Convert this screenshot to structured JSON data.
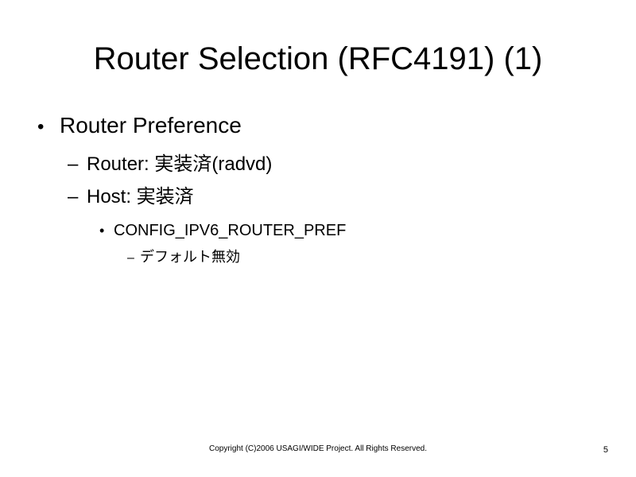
{
  "slide": {
    "title": "Router Selection (RFC4191) (1)",
    "bullets": [
      {
        "marker": "•",
        "text": "Router Preference"
      },
      {
        "marker": "–",
        "text": "Router: 実装済(radvd)"
      },
      {
        "marker": "–",
        "text": "Host: 実装済"
      },
      {
        "marker": "•",
        "text": "CONFIG_IPV6_ROUTER_PREF"
      },
      {
        "marker": "–",
        "text": "デフォルト無効"
      }
    ],
    "footer": "Copyright (C)2006 USAGI/WIDE Project. All Rights Reserved.",
    "page_number": "5"
  }
}
